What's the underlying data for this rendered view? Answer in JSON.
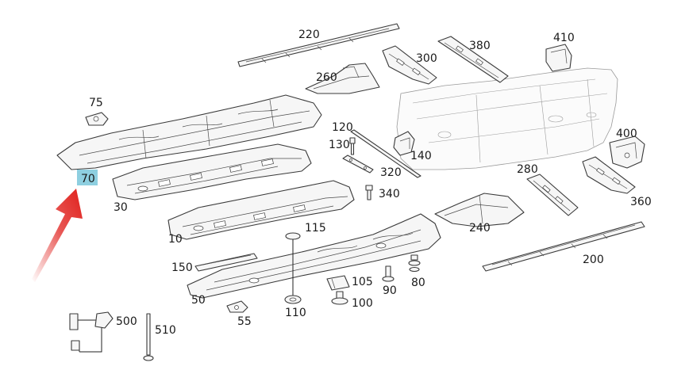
{
  "callouts": [
    {
      "key": "c220",
      "text": "220"
    },
    {
      "key": "c410",
      "text": "410"
    },
    {
      "key": "c380",
      "text": "380"
    },
    {
      "key": "c300",
      "text": "300"
    },
    {
      "key": "c260",
      "text": "260"
    },
    {
      "key": "c75",
      "text": "75"
    },
    {
      "key": "c120",
      "text": "120"
    },
    {
      "key": "c130",
      "text": "130"
    },
    {
      "key": "c140",
      "text": "140"
    },
    {
      "key": "c400",
      "text": "400"
    },
    {
      "key": "c70",
      "text": "70"
    },
    {
      "key": "c280",
      "text": "280"
    },
    {
      "key": "c320",
      "text": "320"
    },
    {
      "key": "c340",
      "text": "340"
    },
    {
      "key": "c360",
      "text": "360"
    },
    {
      "key": "c30",
      "text": "30"
    },
    {
      "key": "c10",
      "text": "10"
    },
    {
      "key": "c115",
      "text": "115"
    },
    {
      "key": "c240",
      "text": "240"
    },
    {
      "key": "c150",
      "text": "150"
    },
    {
      "key": "c200",
      "text": "200"
    },
    {
      "key": "c105",
      "text": "105"
    },
    {
      "key": "c80",
      "text": "80"
    },
    {
      "key": "c90",
      "text": "90"
    },
    {
      "key": "c50",
      "text": "50"
    },
    {
      "key": "c100",
      "text": "100"
    },
    {
      "key": "c110",
      "text": "110"
    },
    {
      "key": "c55",
      "text": "55"
    },
    {
      "key": "c500",
      "text": "500"
    },
    {
      "key": "c510",
      "text": "510"
    }
  ],
  "highlight": {
    "callout": "70",
    "fill": "#8ecfe0",
    "arrow_color": "#e0201c"
  }
}
